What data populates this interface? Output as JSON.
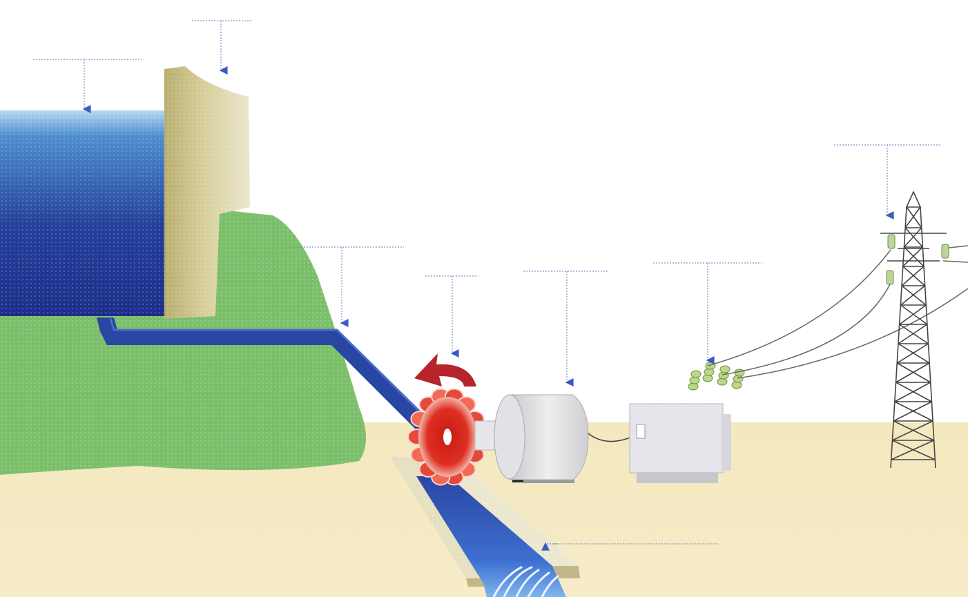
{
  "diagram": {
    "components": [
      {
        "name": "reservoir"
      },
      {
        "name": "dam"
      },
      {
        "name": "penstock"
      },
      {
        "name": "turbine"
      },
      {
        "name": "generator"
      },
      {
        "name": "transformer"
      },
      {
        "name": "transmission-tower"
      },
      {
        "name": "tailrace"
      }
    ],
    "callouts": [
      {
        "target": "reservoir",
        "label": ""
      },
      {
        "target": "dam",
        "label": ""
      },
      {
        "target": "penstock",
        "label": ""
      },
      {
        "target": "turbine",
        "label": ""
      },
      {
        "target": "generator",
        "label": ""
      },
      {
        "target": "transformer",
        "label": ""
      },
      {
        "target": "transmission-tower",
        "label": ""
      },
      {
        "target": "tailrace",
        "label": ""
      }
    ]
  },
  "colors": {
    "sky": "#ffffff",
    "ground": "#f3e6bb",
    "hill": "#7cbf6a",
    "water_dark": "#1c2e8a",
    "water_light": "#4f8fd0",
    "dam": "#c8bf86",
    "penstock": "#2a46a3",
    "turbine": "#d8261c",
    "machine": "#d8d8dc",
    "callout": "#2a4f8f",
    "arrow": "#3a5cc0",
    "rotation_arrow": "#b8242b"
  }
}
